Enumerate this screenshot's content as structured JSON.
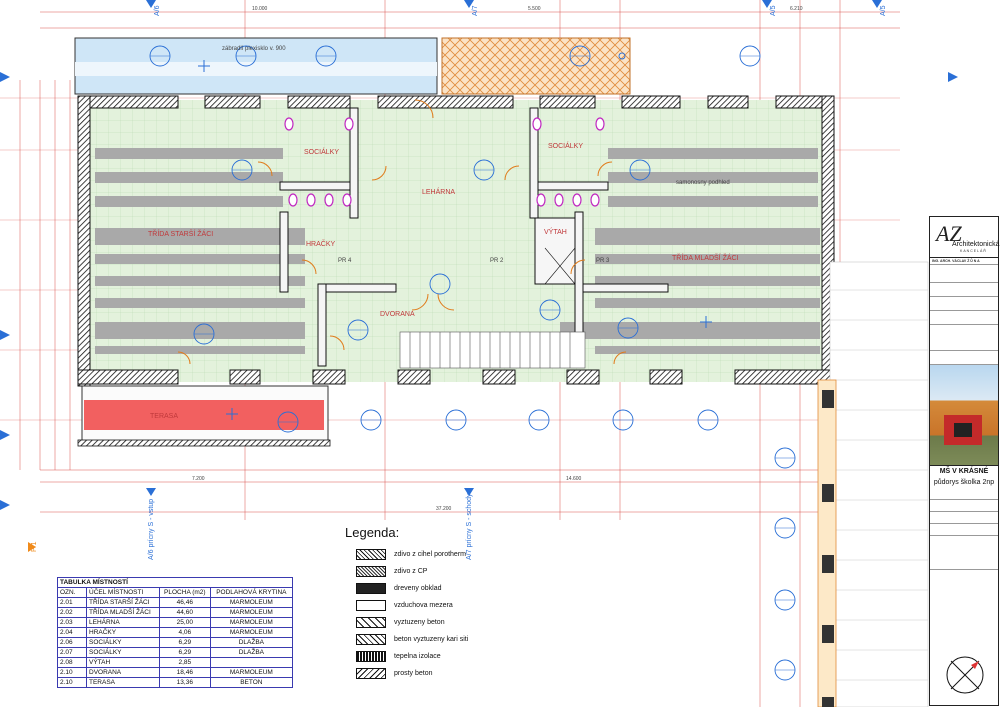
{
  "legend": {
    "title": "Legenda:",
    "items": [
      {
        "label": "zdivo z cihel porotherm",
        "pattern": "hatch"
      },
      {
        "label": "zdivo z CP",
        "pattern": "hatch2"
      },
      {
        "label": "dreveny obklad",
        "pattern": "dark"
      },
      {
        "label": "vzduchova mezera",
        "pattern": "empty"
      },
      {
        "label": "vyztuzeny beton",
        "pattern": "beton"
      },
      {
        "label": "beton vyztuzeny kari siti",
        "pattern": "beton2"
      },
      {
        "label": "tepelna izolace",
        "pattern": "tep"
      },
      {
        "label": "prosty beton",
        "pattern": "prosty"
      }
    ]
  },
  "rooms_table": {
    "caption": "TABULKA MÍSTNOSTÍ",
    "headers": [
      "OZN.",
      "ÚČEL MÍSTNOSTI",
      "PLOCHA (m2)",
      "PODLAHOVÁ KRYTINA"
    ],
    "rows": [
      [
        "2.01",
        "TŘÍDA STARŠÍ ŽÁCI",
        "46,46",
        "MARMOLEUM"
      ],
      [
        "2.02",
        "TŘÍDA MLADŠÍ ŽÁCI",
        "44,60",
        "MARMOLEUM"
      ],
      [
        "2.03",
        "LEHÁRNA",
        "25,00",
        "MARMOLEUM"
      ],
      [
        "2.04",
        "HRAČKY",
        "4,06",
        "MARMOLEUM"
      ],
      [
        "2.06",
        "SOCIÁLKY",
        "6,29",
        "DLAŽBA"
      ],
      [
        "2.07",
        "SOCIÁLKY",
        "6,29",
        "DLAŽBA"
      ],
      [
        "2.08",
        "VÝTAH",
        "2,85",
        ""
      ],
      [
        "2.10",
        "DVORANA",
        "18,46",
        "MARMOLEUM"
      ],
      [
        "2.10",
        "TERASA",
        "13,36",
        "BETON"
      ]
    ]
  },
  "plan": {
    "rooms": [
      "SOCIÁLKY",
      "SOCIÁLKY",
      "LEHÁRNA",
      "TŘÍDA STARŠÍ ŽÁCI",
      "TŘÍDA MLADŠÍ ŽÁCI",
      "HRAČKY",
      "VÝTAH",
      "DVORANA",
      "TERASA"
    ],
    "axes": [
      "A/6",
      "A/7",
      "A/5",
      "A/5"
    ],
    "section_labels": [
      "A/6 prícny S - vstup",
      "A/7 prícny S - schody",
      "P/1"
    ],
    "notes": [
      "zábradlí plexisklo v. 900",
      "samonosny podhled"
    ],
    "pr_labels": [
      "PR 4",
      "PR 2",
      "PR 3"
    ],
    "dims": {
      "overall": "37.200",
      "bottom_a": "7.200",
      "bottom_b": "14.600",
      "top_a": "10.000",
      "top_b": "5.500",
      "top_c": "6.210"
    }
  },
  "title_block": {
    "logo_text": "Architektonická",
    "logo_sub": "KANCELÁŘ",
    "author": "ING. ARCH. VÁCLAV Ž Ů N A",
    "project": "MŠ V KRÁSNÉ",
    "sheet": "půdorys školka 2np"
  }
}
